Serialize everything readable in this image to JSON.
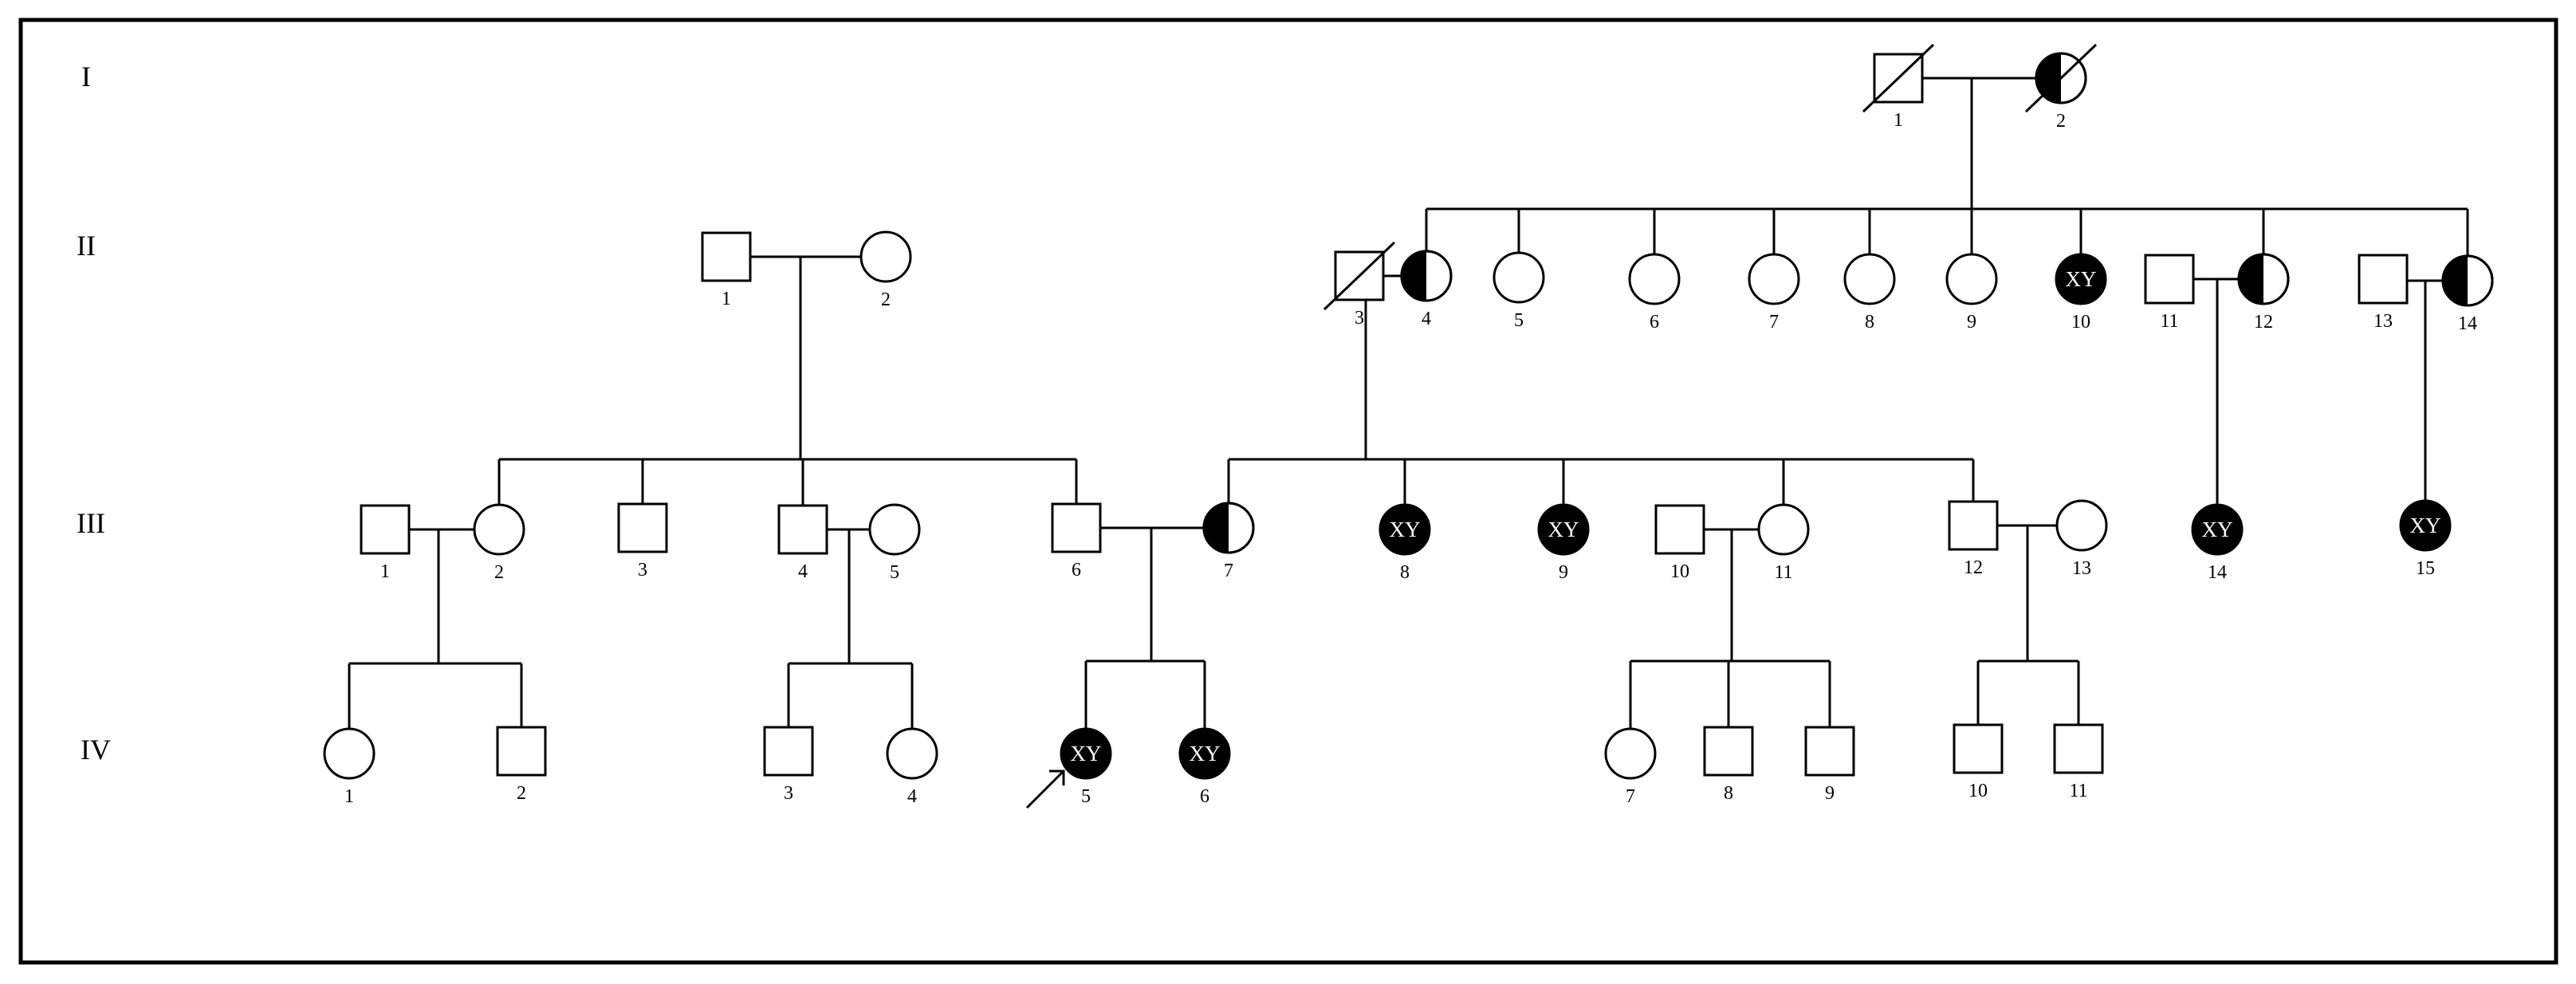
{
  "generations": [
    "I",
    "II",
    "III",
    "IV"
  ],
  "legend": {
    "affected_marking": "XY",
    "colors": {
      "line": "#000000",
      "affected_fill": "#000000",
      "marking_text": "#ffffff",
      "background": "#ffffff"
    }
  },
  "people": [
    {
      "id": "I-1",
      "gen": "I",
      "sex": "male",
      "label": "1",
      "status": "unaffected",
      "deceased": true
    },
    {
      "id": "I-2",
      "gen": "I",
      "sex": "female",
      "label": "2",
      "status": "carrier",
      "deceased": true
    },
    {
      "id": "II-1",
      "gen": "II",
      "sex": "male",
      "label": "1",
      "status": "unaffected"
    },
    {
      "id": "II-2",
      "gen": "II",
      "sex": "female",
      "label": "2",
      "status": "unaffected"
    },
    {
      "id": "II-3",
      "gen": "II",
      "sex": "male",
      "label": "3",
      "status": "unaffected",
      "deceased": true
    },
    {
      "id": "II-4",
      "gen": "II",
      "sex": "female",
      "label": "4",
      "status": "carrier"
    },
    {
      "id": "II-5",
      "gen": "II",
      "sex": "female",
      "label": "5",
      "status": "unaffected"
    },
    {
      "id": "II-6",
      "gen": "II",
      "sex": "female",
      "label": "6",
      "status": "unaffected"
    },
    {
      "id": "II-7",
      "gen": "II",
      "sex": "female",
      "label": "7",
      "status": "unaffected"
    },
    {
      "id": "II-8",
      "gen": "II",
      "sex": "female",
      "label": "8",
      "status": "unaffected"
    },
    {
      "id": "II-9",
      "gen": "II",
      "sex": "female",
      "label": "9",
      "status": "unaffected"
    },
    {
      "id": "II-10",
      "gen": "II",
      "sex": "female",
      "label": "10",
      "status": "affected",
      "marking": "XY"
    },
    {
      "id": "II-11",
      "gen": "II",
      "sex": "male",
      "label": "11",
      "status": "unaffected"
    },
    {
      "id": "II-12",
      "gen": "II",
      "sex": "female",
      "label": "12",
      "status": "carrier"
    },
    {
      "id": "II-13",
      "gen": "II",
      "sex": "male",
      "label": "13",
      "status": "unaffected"
    },
    {
      "id": "II-14",
      "gen": "II",
      "sex": "female",
      "label": "14",
      "status": "carrier"
    },
    {
      "id": "III-1",
      "gen": "III",
      "sex": "male",
      "label": "1",
      "status": "unaffected"
    },
    {
      "id": "III-2",
      "gen": "III",
      "sex": "female",
      "label": "2",
      "status": "unaffected"
    },
    {
      "id": "III-3",
      "gen": "III",
      "sex": "male",
      "label": "3",
      "status": "unaffected"
    },
    {
      "id": "III-4",
      "gen": "III",
      "sex": "male",
      "label": "4",
      "status": "unaffected"
    },
    {
      "id": "III-5",
      "gen": "III",
      "sex": "female",
      "label": "5",
      "status": "unaffected"
    },
    {
      "id": "III-6",
      "gen": "III",
      "sex": "male",
      "label": "6",
      "status": "unaffected"
    },
    {
      "id": "III-7",
      "gen": "III",
      "sex": "female",
      "label": "7",
      "status": "carrier"
    },
    {
      "id": "III-8",
      "gen": "III",
      "sex": "female",
      "label": "8",
      "status": "affected",
      "marking": "XY"
    },
    {
      "id": "III-9",
      "gen": "III",
      "sex": "female",
      "label": "9",
      "status": "affected",
      "marking": "XY"
    },
    {
      "id": "III-10",
      "gen": "III",
      "sex": "male",
      "label": "10",
      "status": "unaffected"
    },
    {
      "id": "III-11",
      "gen": "III",
      "sex": "female",
      "label": "11",
      "status": "unaffected"
    },
    {
      "id": "III-12",
      "gen": "III",
      "sex": "male",
      "label": "12",
      "status": "unaffected"
    },
    {
      "id": "III-13",
      "gen": "III",
      "sex": "female",
      "label": "13",
      "status": "unaffected"
    },
    {
      "id": "III-14",
      "gen": "III",
      "sex": "female",
      "label": "14",
      "status": "affected",
      "marking": "XY"
    },
    {
      "id": "III-15",
      "gen": "III",
      "sex": "female",
      "label": "15",
      "status": "affected",
      "marking": "XY"
    },
    {
      "id": "IV-1",
      "gen": "IV",
      "sex": "female",
      "label": "1",
      "status": "unaffected"
    },
    {
      "id": "IV-2",
      "gen": "IV",
      "sex": "male",
      "label": "2",
      "status": "unaffected"
    },
    {
      "id": "IV-3",
      "gen": "IV",
      "sex": "male",
      "label": "3",
      "status": "unaffected"
    },
    {
      "id": "IV-4",
      "gen": "IV",
      "sex": "female",
      "label": "4",
      "status": "unaffected"
    },
    {
      "id": "IV-5",
      "gen": "IV",
      "sex": "female",
      "label": "5",
      "status": "affected",
      "marking": "XY",
      "proband": true
    },
    {
      "id": "IV-6",
      "gen": "IV",
      "sex": "female",
      "label": "6",
      "status": "affected",
      "marking": "XY"
    },
    {
      "id": "IV-7",
      "gen": "IV",
      "sex": "female",
      "label": "7",
      "status": "unaffected"
    },
    {
      "id": "IV-8",
      "gen": "IV",
      "sex": "male",
      "label": "8",
      "status": "unaffected"
    },
    {
      "id": "IV-9",
      "gen": "IV",
      "sex": "male",
      "label": "9",
      "status": "unaffected"
    },
    {
      "id": "IV-10",
      "gen": "IV",
      "sex": "male",
      "label": "10",
      "status": "unaffected"
    },
    {
      "id": "IV-11",
      "gen": "IV",
      "sex": "male",
      "label": "11",
      "status": "unaffected"
    }
  ],
  "matings": [
    {
      "id": "m-I",
      "partners": [
        "I-1",
        "I-2"
      ],
      "children": [
        "II-4",
        "II-5",
        "II-6",
        "II-7",
        "II-8",
        "II-9",
        "II-10",
        "II-12",
        "II-14"
      ]
    },
    {
      "id": "m-II-1",
      "partners": [
        "II-1",
        "II-2"
      ],
      "children": [
        "III-2",
        "III-3",
        "III-4",
        "III-6"
      ]
    },
    {
      "id": "m-II-3",
      "partners": [
        "II-3",
        "II-4"
      ],
      "children": [
        "III-7",
        "III-8",
        "III-9",
        "III-11",
        "III-12"
      ]
    },
    {
      "id": "m-II-11",
      "partners": [
        "II-11",
        "II-12"
      ],
      "children": [
        "III-14"
      ]
    },
    {
      "id": "m-II-13",
      "partners": [
        "II-13",
        "II-14"
      ],
      "children": [
        "III-15"
      ]
    },
    {
      "id": "m-III-1",
      "partners": [
        "III-1",
        "III-2"
      ],
      "children": [
        "IV-1",
        "IV-2"
      ]
    },
    {
      "id": "m-III-4",
      "partners": [
        "III-4",
        "III-5"
      ],
      "children": [
        "IV-3",
        "IV-4"
      ]
    },
    {
      "id": "m-III-6",
      "partners": [
        "III-6",
        "III-7"
      ],
      "children": [
        "IV-5",
        "IV-6"
      ]
    },
    {
      "id": "m-III-10",
      "partners": [
        "III-10",
        "III-11"
      ],
      "children": [
        "IV-7",
        "IV-8",
        "IV-9"
      ]
    },
    {
      "id": "m-III-12",
      "partners": [
        "III-12",
        "III-13"
      ],
      "children": [
        "IV-10",
        "IV-11"
      ]
    }
  ]
}
